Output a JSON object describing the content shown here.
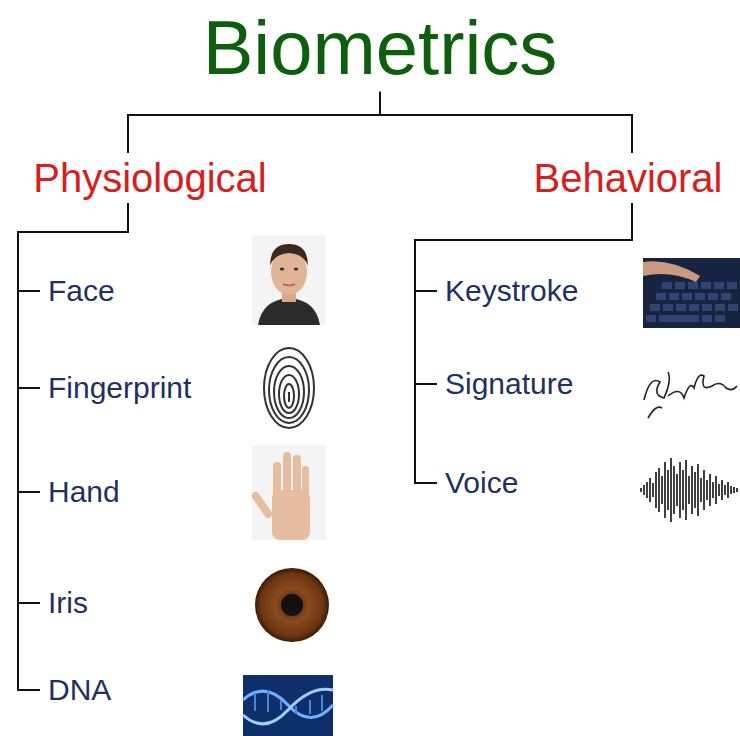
{
  "diagram": {
    "nodes": [
      {
        "text": [
          "Biometrics"
        ]
      },
      {
        "text": [
          "Physiological"
        ]
      },
      {
        "text": [
          "Behavioral"
        ]
      },
      {
        "text": [
          "Face"
        ]
      },
      {
        "text": [
          "Fingerprint"
        ]
      },
      {
        "text": [
          "Hand"
        ]
      },
      {
        "text": [
          "Iris"
        ]
      },
      {
        "text": [
          "DNA"
        ]
      },
      {
        "text": [
          "Keystroke"
        ]
      },
      {
        "text": [
          "Signature"
        ]
      },
      {
        "text": [
          "Voice"
        ]
      }
    ],
    "edges": [
      {
        "from": 0,
        "to": 1,
        "arrow": "none"
      },
      {
        "from": 0,
        "to": 2,
        "arrow": "none"
      },
      {
        "from": 1,
        "to": 3,
        "arrow": "none"
      },
      {
        "from": 1,
        "to": 4,
        "arrow": "none"
      },
      {
        "from": 1,
        "to": 5,
        "arrow": "none"
      },
      {
        "from": 1,
        "to": 6,
        "arrow": "none"
      },
      {
        "from": 1,
        "to": 7,
        "arrow": "none"
      },
      {
        "from": 2,
        "to": 8,
        "arrow": "none"
      },
      {
        "from": 2,
        "to": 9,
        "arrow": "none"
      },
      {
        "from": 2,
        "to": 10,
        "arrow": "none"
      }
    ]
  }
}
